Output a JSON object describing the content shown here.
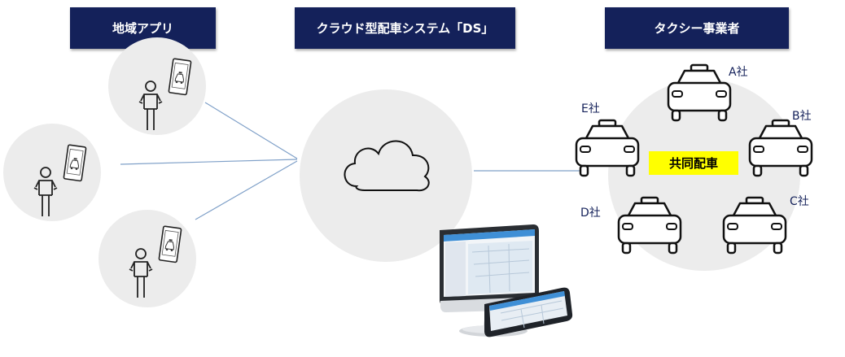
{
  "headers": {
    "app": "地域アプリ",
    "system": "クラウド型配車システム「DS」",
    "taxi": "タクシー事業者"
  },
  "center_label": "共同配車",
  "companies": {
    "a": "A社",
    "b": "B社",
    "c": "C社",
    "d": "D社",
    "e": "E社"
  },
  "colors": {
    "header_bg": "#14215a",
    "label_highlight": "#ffff00",
    "circle_bg": "#ececec",
    "connector": "#7fa0c8"
  },
  "icons": [
    "person-with-phone-icon",
    "cloud-icon",
    "taxi-icon",
    "computer-monitor-icon",
    "tablet-icon"
  ]
}
